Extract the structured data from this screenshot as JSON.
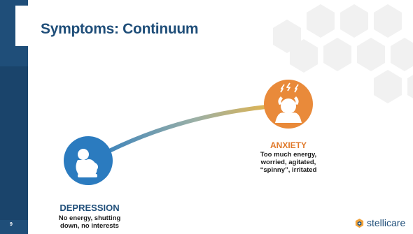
{
  "slide": {
    "title": "Symptoms: Continuum",
    "number": "9"
  },
  "anxiety": {
    "heading": "ANXIETY",
    "lines": [
      "Too much energy,",
      "worried, agitated,",
      "“spinny”, irritated"
    ],
    "icon": "stressed-person-icon",
    "color": "#e98a3a"
  },
  "depression": {
    "heading": "DEPRESSION",
    "lines": [
      "No energy, shutting",
      "down, no interests"
    ],
    "icon": "hunched-person-icon",
    "color": "#2b7bbf"
  },
  "brand": {
    "name": "stellicare",
    "icon": "stellicare-logo-icon"
  },
  "colors": {
    "primary": "#1f4e79",
    "anxiety_orange": "#e98a3a",
    "depression_blue": "#2b7bbf"
  }
}
